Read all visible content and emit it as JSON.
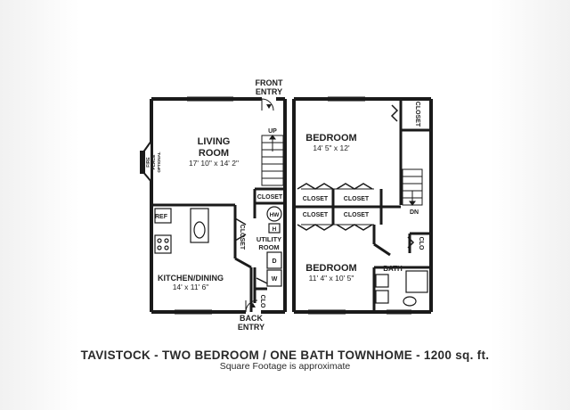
{
  "entries": {
    "front": [
      "FRONT",
      "ENTRY"
    ],
    "back": [
      "BACK",
      "ENTRY"
    ]
  },
  "rooms": {
    "living": {
      "name": [
        "LIVING",
        "ROOM"
      ],
      "dims": "17' 10\" x 14' 2\""
    },
    "kitchen": {
      "name": "KITCHEN/DINING",
      "dims": "14' x 11' 6\""
    },
    "utility": {
      "name": [
        "UTILITY",
        "ROOM"
      ]
    },
    "bedroom1": {
      "name": "BEDROOM",
      "dims": "14' 5\" x 12'"
    },
    "bedroom2": {
      "name": "BEDROOM",
      "dims": "11' 4\" x 10' 5\""
    },
    "bath": {
      "name": "BATH"
    }
  },
  "labels": {
    "closet": "CLOSET",
    "clo": "CLO",
    "up": "UP",
    "dn": "DN",
    "ref": "REF",
    "hw": "HW",
    "h": "H",
    "d": "D",
    "w": "W",
    "fireplace": [
      "FIRE",
      "PLACE",
      "OPTIONAL"
    ]
  },
  "caption": {
    "title": "TAVISTOCK - TWO BEDROOM / ONE BATH TOWNHOME - 1200 sq. ft.",
    "subtitle": "Square Footage is approximate"
  }
}
